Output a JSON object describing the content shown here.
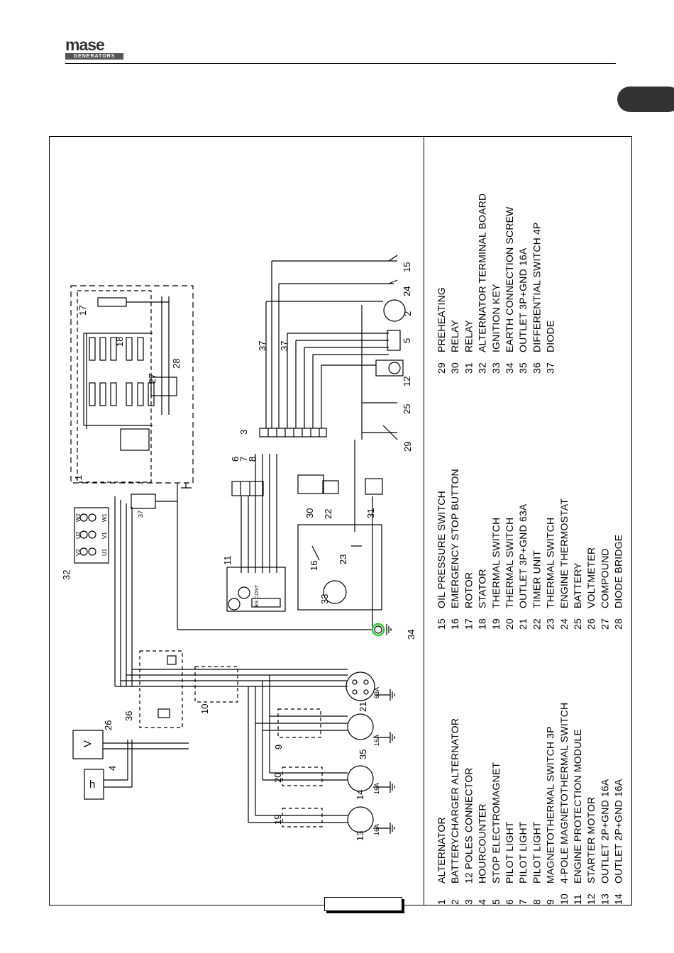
{
  "header": {
    "logo_word": "mase",
    "logo_sub": "GENERATORS"
  },
  "legend": [
    {
      "num": "1",
      "text": "ALTERNATOR"
    },
    {
      "num": "2",
      "text": "BATTERYCHARGER ALTERNATOR"
    },
    {
      "num": "3",
      "text": "12 POLES CONNECTOR"
    },
    {
      "num": "4",
      "text": "HOURCOUNTER"
    },
    {
      "num": "5",
      "text": "STOP ELECTROMAGNET"
    },
    {
      "num": "6",
      "text": "PILOT LIGHT"
    },
    {
      "num": "7",
      "text": "PILOT LIGHT"
    },
    {
      "num": "8",
      "text": "PILOT LIGHT"
    },
    {
      "num": "9",
      "text": "MAGNETOTHERMAL SWITCH 3P"
    },
    {
      "num": "10",
      "text": "4-POLE MAGNETOTHERMAL SWITCH"
    },
    {
      "num": "11",
      "text": "ENGINE PROTECTION MODULE"
    },
    {
      "num": "12",
      "text": "STARTER MOTOR"
    },
    {
      "num": "13",
      "text": "OUTLET 2P+GND 16A"
    },
    {
      "num": "14",
      "text": "OUTLET 2P+GND 16A"
    },
    {
      "num": "15",
      "text": "OIL PRESSURE SWITCH"
    },
    {
      "num": "16",
      "text": "EMERGENCY STOP BUTTON"
    },
    {
      "num": "17",
      "text": "ROTOR"
    },
    {
      "num": "18",
      "text": "STATOR"
    },
    {
      "num": "19",
      "text": "THERMAL SWITCH"
    },
    {
      "num": "20",
      "text": "THERMAL SWITCH"
    },
    {
      "num": "21",
      "text": "OUTLET 3P+GND 63A"
    },
    {
      "num": "22",
      "text": "TIMER UNIT"
    },
    {
      "num": "23",
      "text": "THERMAL SWITCH"
    },
    {
      "num": "24",
      "text": "ENGINE THERMOSTAT"
    },
    {
      "num": "25",
      "text": "BATTERY"
    },
    {
      "num": "26",
      "text": "VOLTMETER"
    },
    {
      "num": "27",
      "text": "COMPOUND"
    },
    {
      "num": "28",
      "text": "DIODE BRIDGE"
    },
    {
      "num": "29",
      "text": "PREHEATING"
    },
    {
      "num": "30",
      "text": "RELAY"
    },
    {
      "num": "31",
      "text": "RELAY"
    },
    {
      "num": "32",
      "text": "ALTERNATOR TERMINAL BOARD"
    },
    {
      "num": "33",
      "text": "IGNITION KEY"
    },
    {
      "num": "34",
      "text": "EARTH CONNECTION SCREW"
    },
    {
      "num": "35",
      "text": "OUTLET 3P+GND 16A"
    },
    {
      "num": "36",
      "text": "DIFFERENTIAL SWITCH 4P"
    },
    {
      "num": "37",
      "text": "DIODE"
    }
  ],
  "diagram": {
    "labels": {
      "n1": "1",
      "n2": "2",
      "n3": "3",
      "n4": "4",
      "n5": "5",
      "n6": "6",
      "n7": "7",
      "n8": "8",
      "n9": "9",
      "n10": "10",
      "n11": "11",
      "n12": "12",
      "n13": "13",
      "n14": "14",
      "n15": "15",
      "n16": "16",
      "n17": "17",
      "n18": "18",
      "n19": "19",
      "n20": "20",
      "n21": "21",
      "n22": "22",
      "n23": "23",
      "n24": "24",
      "n25": "25",
      "n26": "26",
      "n27": "27",
      "n28": "28",
      "n29": "29",
      "n30": "30",
      "n31": "31",
      "n32": "32",
      "n33": "33",
      "n34": "34",
      "n35": "35",
      "n36": "36",
      "n37a": "37",
      "n37b": "37",
      "n37c": "37",
      "hourcounter": "h",
      "voltmeter": "V",
      "a16a": "16A",
      "a16b": "16A",
      "a16c": "16A",
      "a63": "63A",
      "u1": "U1",
      "u2": "U2",
      "v1": "V1",
      "v2": "V2",
      "w1": "W1",
      "w2": "W2",
      "module_brand": "ES CONT"
    },
    "highlight_color": "#33cc33"
  }
}
